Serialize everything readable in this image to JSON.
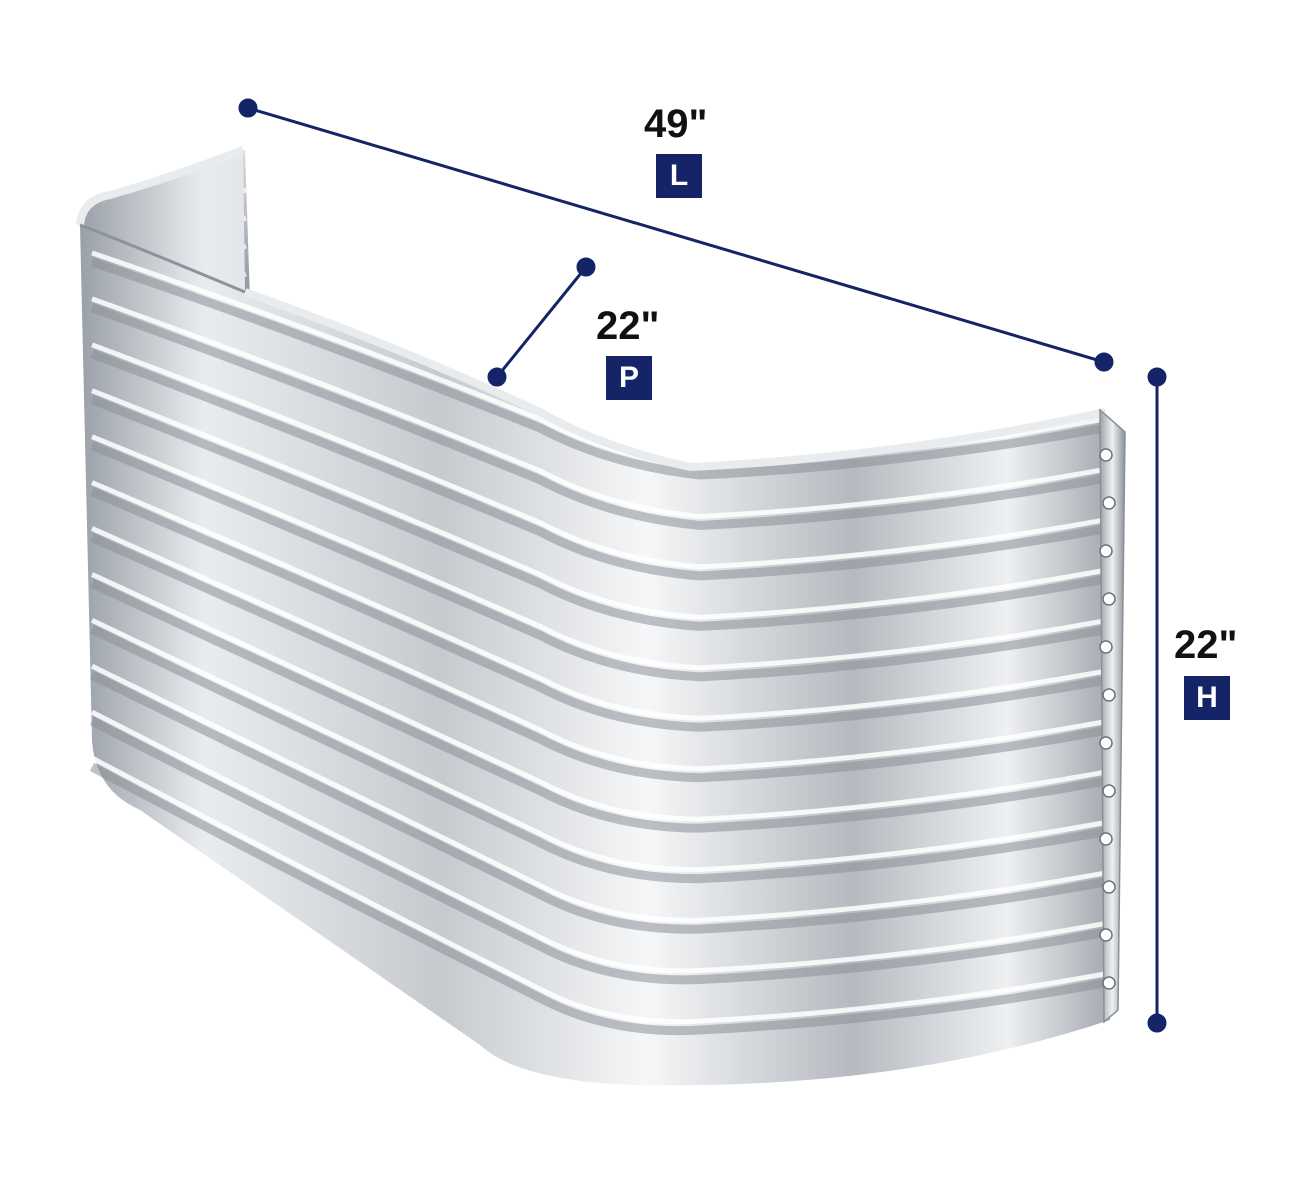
{
  "dimensions": {
    "length": {
      "value": "49\"",
      "letter": "L"
    },
    "projection": {
      "value": "22\"",
      "letter": "P"
    },
    "height": {
      "value": "22\"",
      "letter": "H"
    }
  },
  "colors": {
    "dimension_line": "#142466",
    "badge_bg": "#142466",
    "badge_text": "#ffffff",
    "value_text": "#111111",
    "metal_light": "#f4f6f8",
    "metal_mid": "#b9bdc3",
    "metal_dark": "#7c8188"
  },
  "icons": {
    "product": "corrugated-window-well-illustration"
  }
}
